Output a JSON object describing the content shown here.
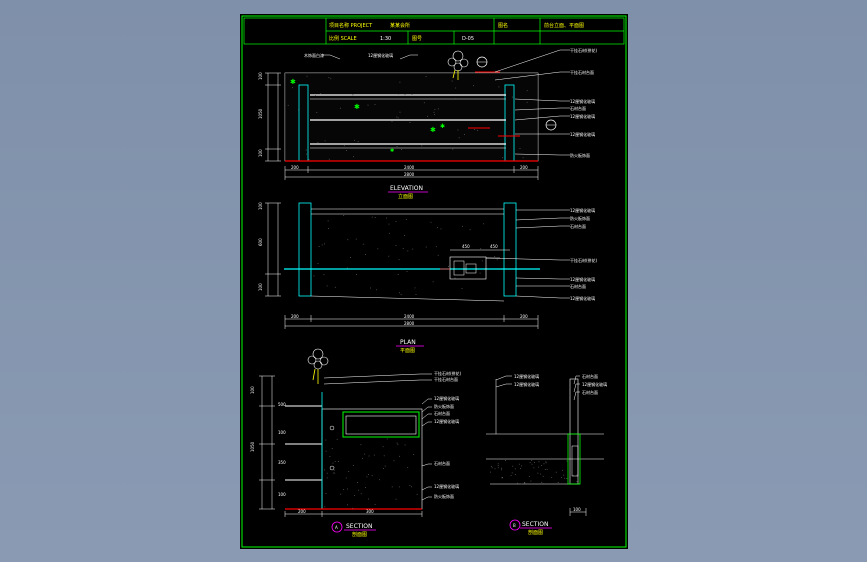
{
  "title_block": {
    "cell_project_label": "项目名称 PROJECT",
    "cell_project_value": "某某会所",
    "cell_drawing_label": "图名",
    "cell_drawing_value": "前台立面、平面图",
    "cell_scale_label": "比例 SCALE",
    "cell_scale_value": "1:30",
    "cell_no_label": "图号",
    "cell_no_value": "D-05"
  },
  "elevation": {
    "title_en": "ELEVATION",
    "title_cn": "立面图",
    "dims_bottom_row1": [
      "200",
      "2400",
      "200"
    ],
    "dims_bottom_row2": "2800",
    "dims_left": [
      "100",
      "1050",
      "100"
    ],
    "callouts": [
      "干挂石材(拼花)",
      "干挂石材台面",
      "12厘钢化玻璃",
      "石材台面",
      "12厘钢化玻璃",
      "12厘钢化玻璃",
      "防火板饰面"
    ],
    "top_labels": [
      "木饰面白漆",
      "12厘钢化玻璃"
    ]
  },
  "plan": {
    "title_en": "PLAN",
    "title_cn": "平面图",
    "dims_bottom_row1": [
      "200",
      "2400",
      "200"
    ],
    "dims_bottom_row2": "2800",
    "dims_inner": [
      "450",
      "450"
    ],
    "dims_left": [
      "100",
      "600",
      "100"
    ],
    "callouts": [
      "12厘钢化玻璃",
      "防火板饰面",
      "石材台面",
      "干挂石材(拼花)",
      "12厘钢化玻璃",
      "石材台面",
      "12厘钢化玻璃"
    ]
  },
  "section_a": {
    "marker": "A",
    "title_en": "SECTION",
    "title_cn": "剖面图",
    "dims_bottom": [
      "200",
      "300"
    ],
    "dims_left": [
      "100",
      "500",
      "100",
      "350",
      "100"
    ],
    "dims_left_total": "1050",
    "callouts": [
      "干挂石材(拼花)",
      "干挂石材台面",
      "12厘钢化玻璃",
      "防火板饰面",
      "石材台面",
      "12厘钢化玻璃",
      "石材台面",
      "12厘钢化玻璃",
      "防火板饰面"
    ]
  },
  "section_b": {
    "marker": "B",
    "title_en": "SECTION",
    "title_cn": "剖面图",
    "dims_bottom": [
      "100"
    ],
    "callouts": [
      "12厘钢化玻璃",
      "12厘钢化玻璃",
      "石材台面",
      "12厘钢化玻璃",
      "石材台面"
    ]
  },
  "colors": {
    "sheet_bg": "#000000",
    "frame": "#00ff00",
    "outline": "#00ffff",
    "dim": "#ffffff",
    "accent": "#ff0000",
    "marker": "#ff00ff",
    "label": "#ffff00"
  }
}
